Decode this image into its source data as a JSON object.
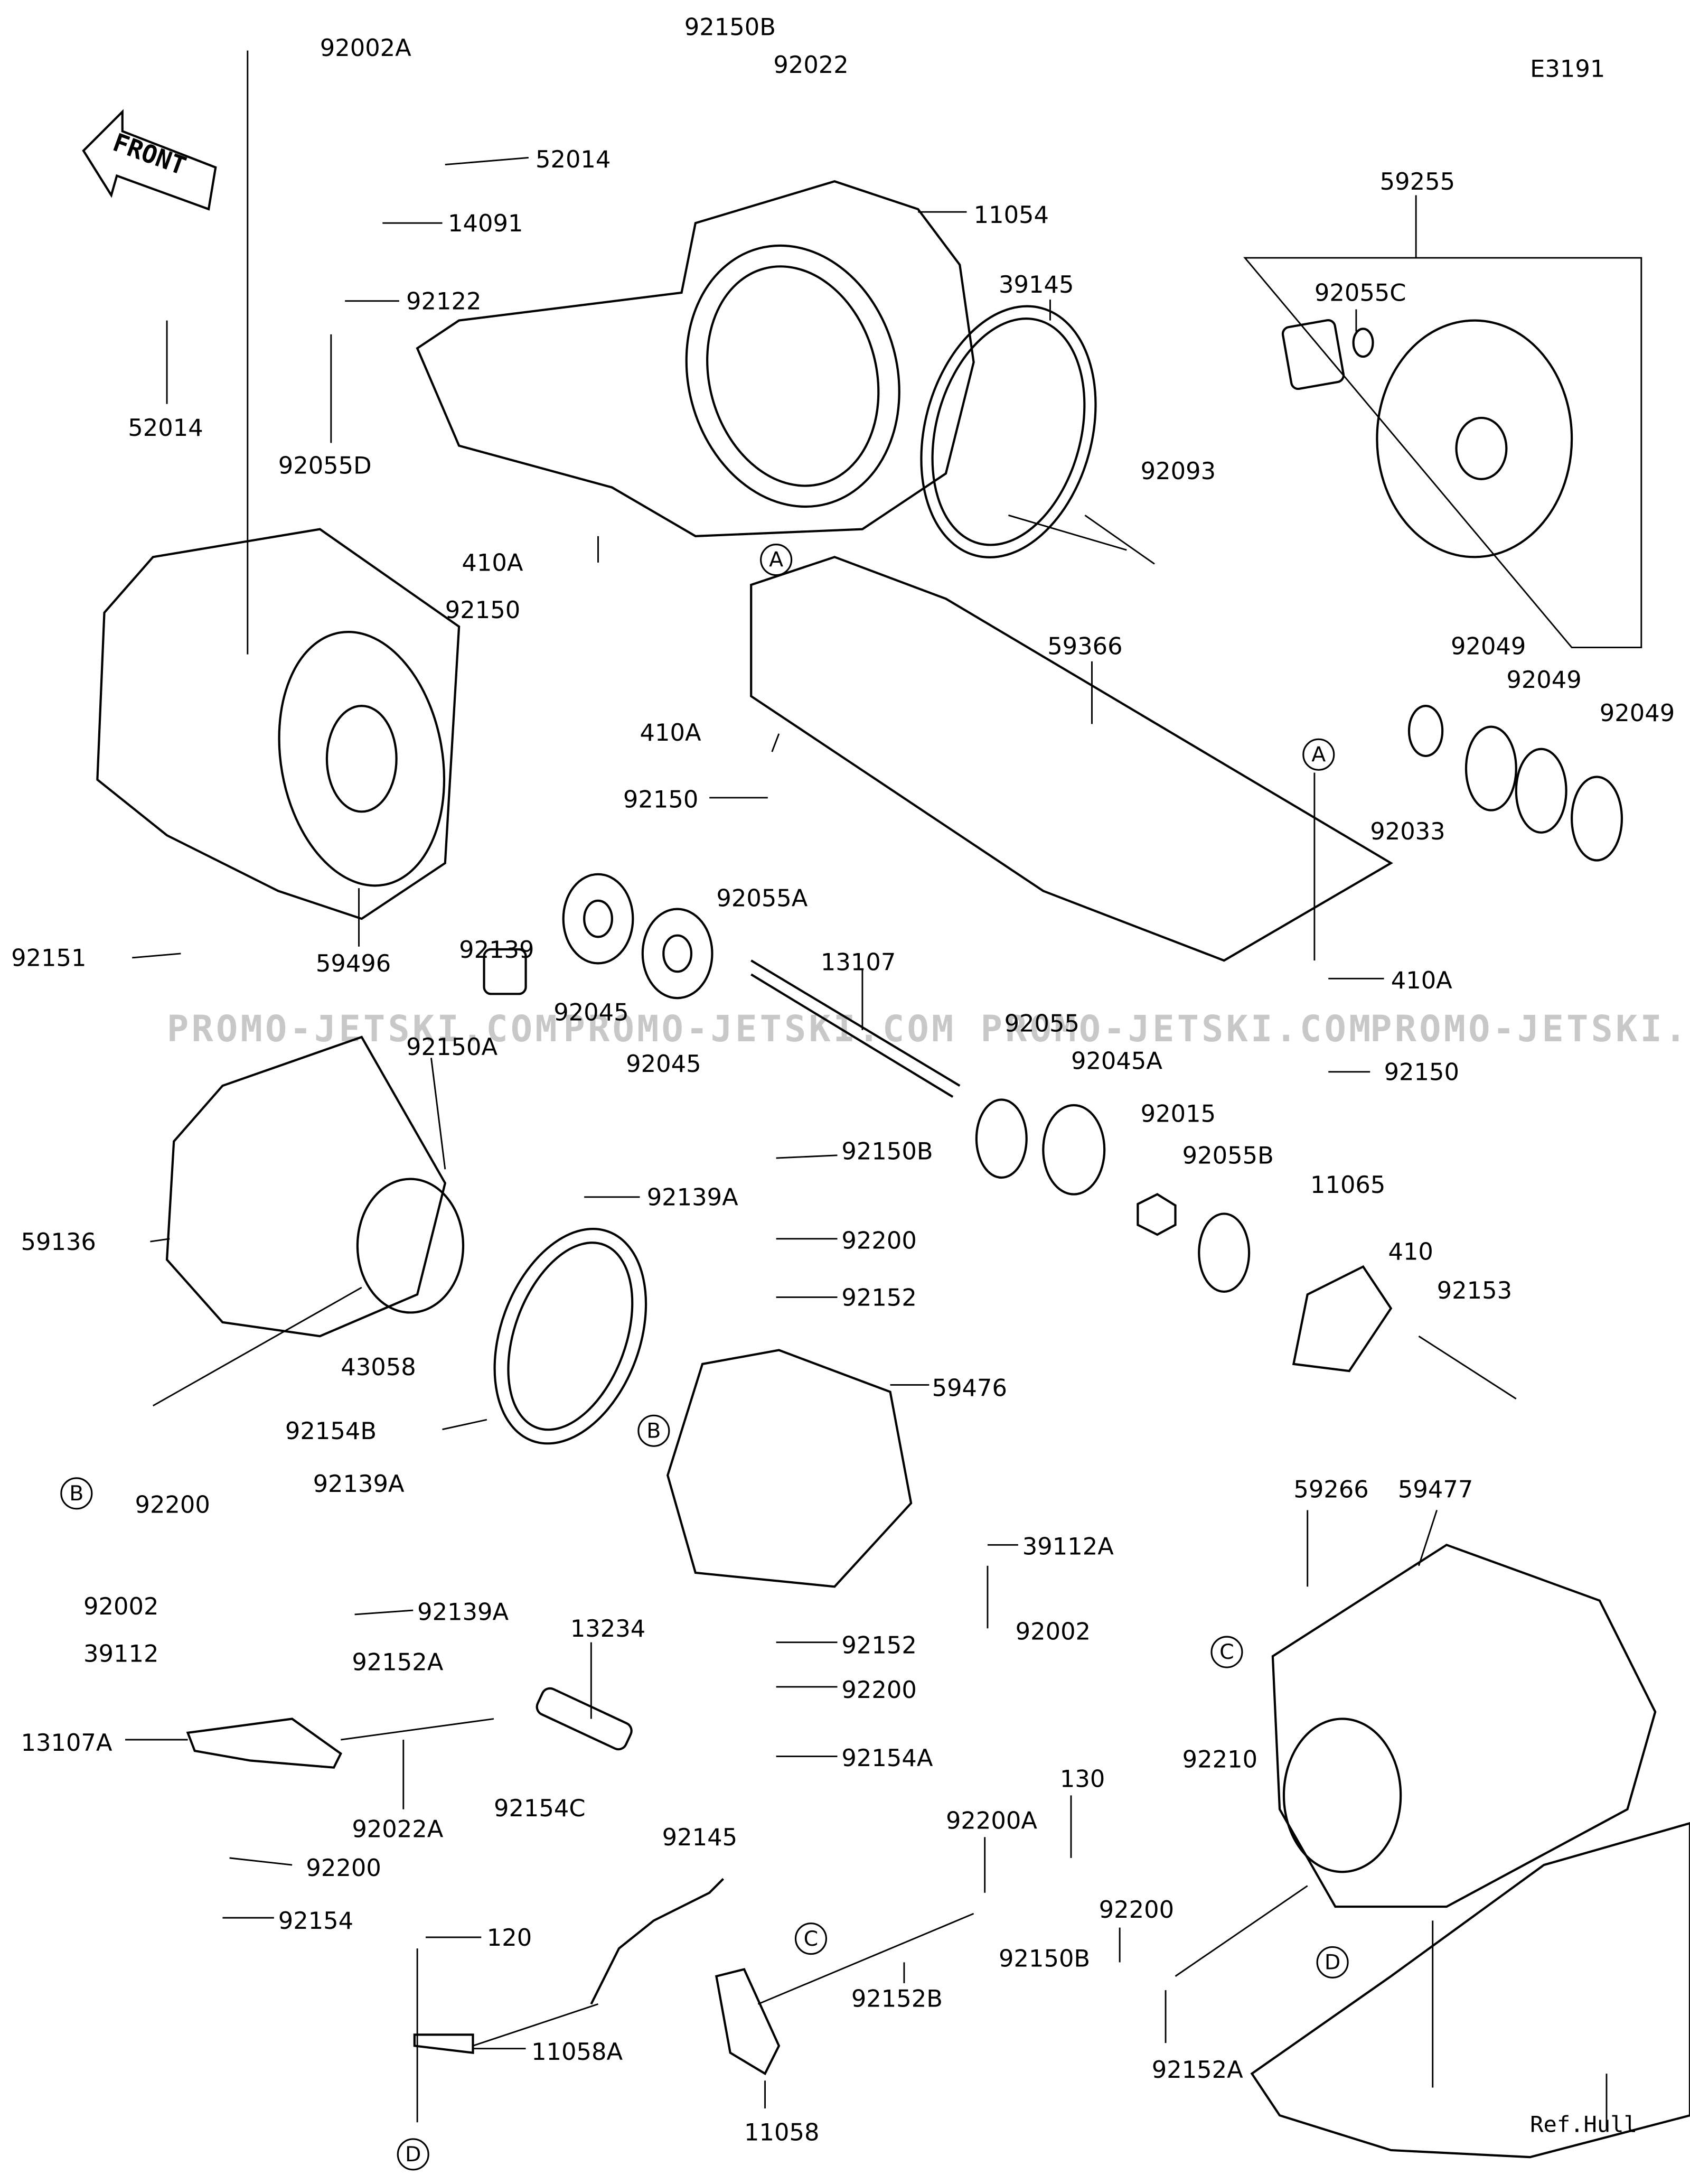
{
  "diagram_code": "E3191",
  "front_label": "FRONT",
  "ref_label": "Ref.Hull",
  "watermark": "PROMO-JETSKI.COM",
  "callouts": [
    "A",
    "A",
    "B",
    "B",
    "C",
    "C",
    "D",
    "D"
  ],
  "parts": [
    "92150B",
    "92022",
    "92002A",
    "52014",
    "14091",
    "92122",
    "52014",
    "92055D",
    "11054",
    "39145",
    "59255",
    "92055C",
    "92093",
    "410A",
    "92150",
    "59366",
    "92049",
    "92049",
    "92049",
    "410A",
    "92150",
    "92033",
    "92151",
    "59496",
    "92139",
    "92045",
    "92055A",
    "13107",
    "92045",
    "92150A",
    "410A",
    "92150",
    "92055",
    "92045A",
    "92015",
    "92055B",
    "11065",
    "410",
    "92153",
    "92150B",
    "92139A",
    "92200",
    "92152",
    "59136",
    "43058",
    "59476",
    "92154B",
    "92139A",
    "92200",
    "39112A",
    "59266",
    "59477",
    "92139A",
    "92002",
    "39112",
    "92152A",
    "13234",
    "92152",
    "92002",
    "92200",
    "13107A",
    "92154C",
    "92022A",
    "92154A",
    "92210",
    "130",
    "92145",
    "92200A",
    "92200",
    "92200",
    "92154",
    "120",
    "92150B",
    "92152B",
    "11058A",
    "92152A",
    "11058"
  ]
}
